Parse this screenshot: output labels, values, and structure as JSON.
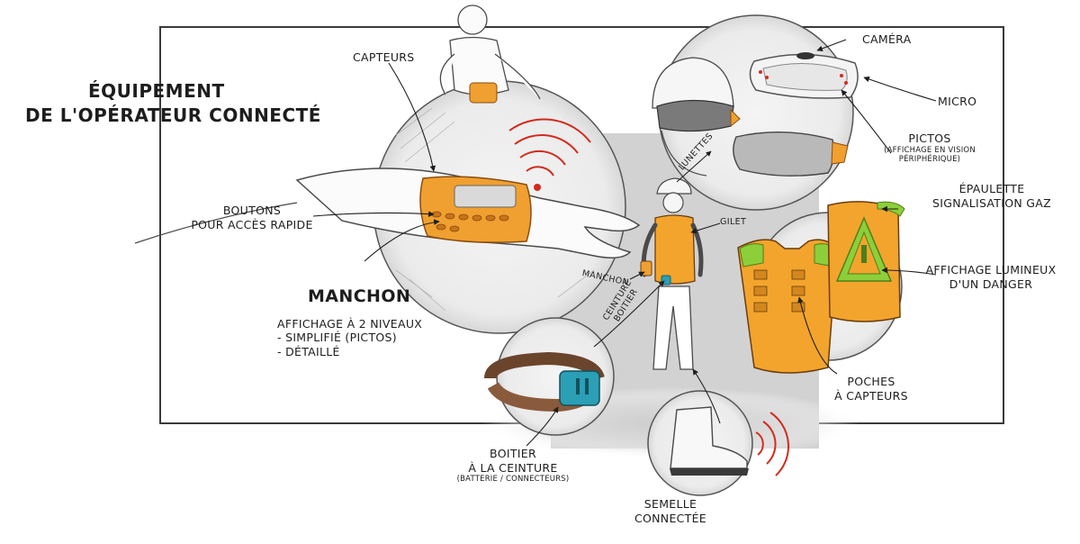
{
  "title": {
    "line1": "Équipement",
    "line2": "de l'opérateur connecté"
  },
  "labels": {
    "capteurs": "Capteurs",
    "camera": "Caméra",
    "micro": "Micro",
    "pictos": "Pictos",
    "pictos_note_1": "(affichage en vision",
    "pictos_note_2": "périphérique)",
    "lunettes": "Lunettes",
    "gilet": "Gilet",
    "epaulette_1": "Épaulette",
    "epaulette_2": "signalisation gaz",
    "affichage_lumineux_1": "Affichage lumineux",
    "affichage_lumineux_2": "d'un danger",
    "boutons_1": "Boutons",
    "boutons_2": "pour accès rapide",
    "manchon_small": "Manchon",
    "ceinture_1": "Ceinture",
    "ceinture_2": "boitier",
    "poches_1": "Poches",
    "poches_2": "à capteurs",
    "boitier_1": "Boitier",
    "boitier_2": "à la ceinture",
    "boitier_note": "(batterie / connecteurs)",
    "semelle_1": "Semelle",
    "semelle_2": "connectée"
  },
  "manchon": {
    "heading": "Manchon",
    "desc_1": "Affichage à 2 niveaux",
    "desc_2": "- simplifié (pictos)",
    "desc_3": "- détaillé"
  },
  "colors": {
    "orange": "#f0a030",
    "orange_dark": "#c8741a",
    "signal_red": "#d42a1e",
    "green": "#8ccf3a",
    "teal": "#2a9fb5",
    "grey_panel": "#d2d2d2",
    "belt_brown": "#8a5a3c"
  }
}
